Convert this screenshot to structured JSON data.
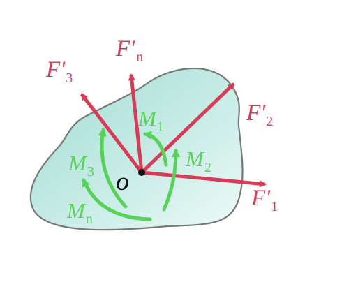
{
  "diagram": {
    "origin_label": "O",
    "forces": [
      {
        "id": "f1",
        "base": "F'",
        "sub": "1"
      },
      {
        "id": "f2",
        "base": "F'",
        "sub": "2"
      },
      {
        "id": "f3",
        "base": "F'",
        "sub": "3"
      },
      {
        "id": "fn",
        "base": "F'",
        "sub": "n"
      }
    ],
    "moments": [
      {
        "id": "m1",
        "base": "M",
        "sub": "1"
      },
      {
        "id": "m2",
        "base": "M",
        "sub": "2"
      },
      {
        "id": "m3",
        "base": "M",
        "sub": "3"
      },
      {
        "id": "mn",
        "base": "M",
        "sub": "n"
      }
    ],
    "colors": {
      "body_fill_light": "#e6f6f3",
      "body_fill_dark": "#9fdcd3",
      "body_outline": "#777777",
      "force": "#d93a56",
      "moment": "#57d157",
      "origin": "#111111"
    }
  }
}
